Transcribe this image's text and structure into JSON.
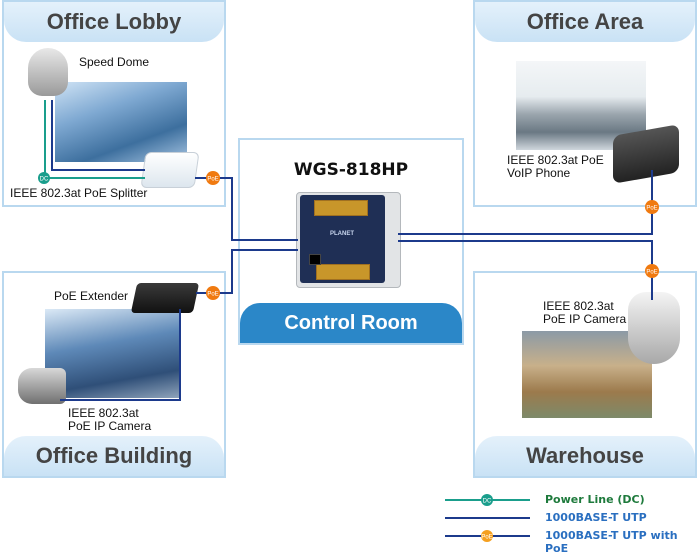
{
  "switch": {
    "model": "WGS-818HP",
    "brand_logo": "PLANET"
  },
  "rooms": {
    "office_lobby": {
      "title": "Office Lobby",
      "devices": [
        "Speed Dome",
        "IEEE 802.3at PoE Splitter"
      ]
    },
    "office_area": {
      "title": "Office Area",
      "devices": [
        "IEEE 802.3at PoE",
        "VoIP Phone"
      ]
    },
    "office_building": {
      "title": "Office Building",
      "devices": [
        "PoE Extender",
        "IEEE 802.3at",
        "PoE IP Camera"
      ]
    },
    "warehouse": {
      "title": "Warehouse",
      "devices": [
        "IEEE 802.3at",
        "PoE IP Camera"
      ]
    },
    "control_room": {
      "title": "Control Room"
    }
  },
  "badges": {
    "dc": "DC",
    "poe": "PoE"
  },
  "legend": [
    {
      "label": "Power Line (DC)",
      "color": "#1a9e8c",
      "badge": "DC"
    },
    {
      "label": "1000BASE-T UTP",
      "color": "#1c3a8c",
      "badge": ""
    },
    {
      "label": "1000BASE-T UTP with PoE",
      "color": "#1c3a8c",
      "badge": "PoE"
    }
  ],
  "colors": {
    "utp": "#1c3a8c",
    "dc": "#1a9e8c",
    "poe_badge": "#f07a10",
    "dc_badge": "#1a9e8c",
    "panel_border": "#b9d8ef",
    "control_header": "#2b87c8"
  }
}
